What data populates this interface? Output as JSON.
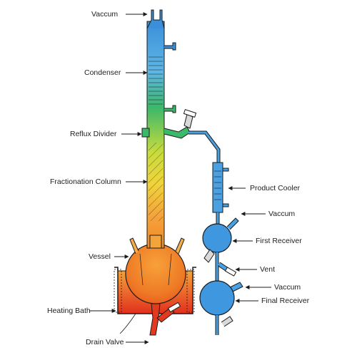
{
  "labels": {
    "vaccum_top": "Vaccum",
    "condenser": "Condenser",
    "reflux_divider": "Reflux Divider",
    "fractionation_column": "Fractionation Column",
    "vessel": "Vessel",
    "heating_bath": "Heating Bath",
    "drain_valve": "Drain Valve",
    "product_cooler": "Product Cooler",
    "vacuum_right_top": "Vaccum",
    "first_receiver": "First Receiver",
    "vent": "Vent",
    "vaccum_right_bottom": "Vaccum",
    "final_receiver": "Final Receiver"
  },
  "colors": {
    "cold": "#3a8fd8",
    "cool": "#5fb6e6",
    "mid": "#3cb86a",
    "warm": "#e7d33a",
    "hot": "#f08a2a",
    "very_hot": "#e23a1e",
    "receiver": "#3f97e0",
    "outline": "#1b1b1b"
  }
}
